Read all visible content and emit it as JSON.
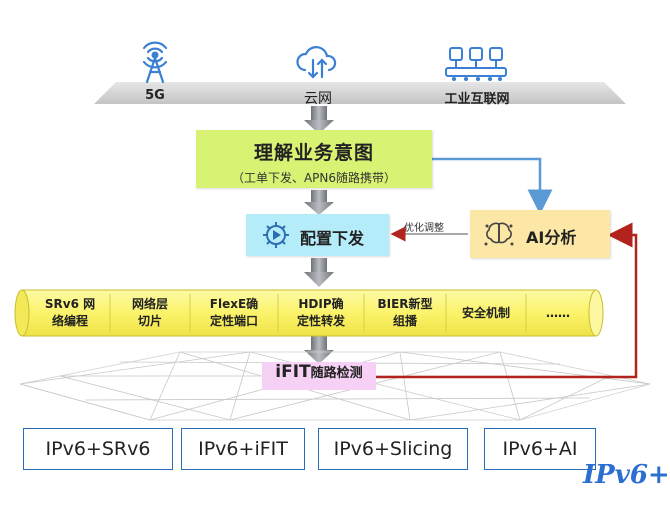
{
  "sources": [
    {
      "label": "5G",
      "icon": "signal-tower-icon"
    },
    {
      "label": "云网",
      "icon": "cloud-sync-icon"
    },
    {
      "label": "工业互联网",
      "icon": "factory-robot-icon"
    }
  ],
  "intent": {
    "title": "理解业务意图",
    "subtitle": "（工单下发、APN6随路携带）"
  },
  "config": {
    "label": "配置下发",
    "icon": "gear-play-icon"
  },
  "ai": {
    "label": "AI分析",
    "icon": "ai-brain-icon"
  },
  "feedback_label": "优化调整",
  "capabilities": [
    {
      "line1": "SRv6 网",
      "line2": "络编程"
    },
    {
      "line1": "网络层",
      "line2": "切片"
    },
    {
      "line1": "FlexE确",
      "line2": "定性端口"
    },
    {
      "line1": "HDIP确",
      "line2": "定性转发"
    },
    {
      "line1": "BIER新型",
      "line2": "组播"
    },
    {
      "line1": "安全机制",
      "line2": ""
    },
    {
      "line1": "……",
      "line2": ""
    }
  ],
  "ifit": {
    "big": "iFIT",
    "small": "随路检测"
  },
  "bottom": [
    "IPv6+SRv6",
    "IPv6+iFIT",
    "IPv6+Slicing",
    "IPv6+AI"
  ],
  "logo": "IPv6+",
  "colors": {
    "intent_bg": "#d8f373",
    "config_bg": "#b5ecfa",
    "ai_bg": "#fde7a6",
    "cylinder_bg": "#fbf579",
    "ifit_bg": "#f7d0f5",
    "arrow_red": "#b3231e",
    "arrow_blue": "#5b9bd5",
    "icon_blue": "#3a7fd4",
    "box_border": "#2b6cb8"
  }
}
